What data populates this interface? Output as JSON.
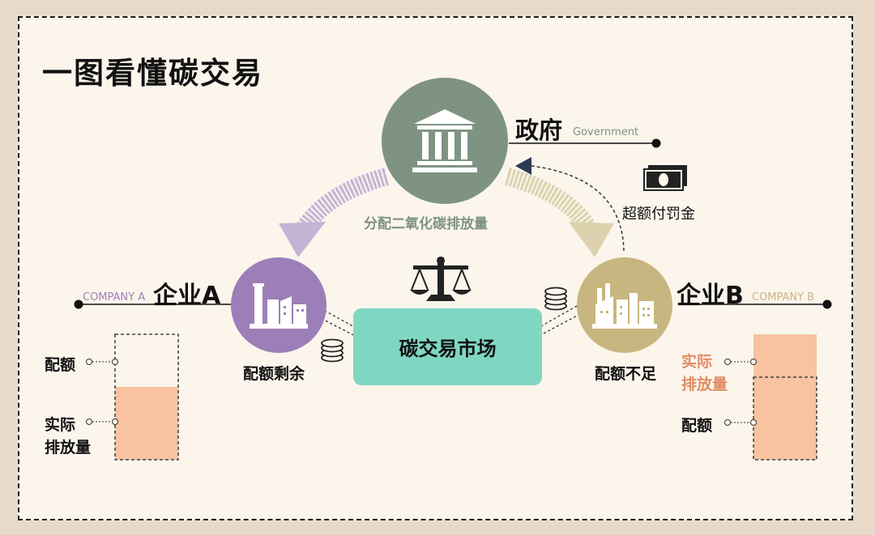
{
  "title": "一图看懂碳交易",
  "government": {
    "name": "政府",
    "name_en": "Government"
  },
  "allocate_label": "分配二氧化碳排放量",
  "fine_label": "超额付罚金",
  "company_a": {
    "name": "企业A",
    "name_en": "COMPANY A",
    "status": "配额剩余",
    "quota": "配额",
    "actual_line1": "实际",
    "actual_line2": "排放量"
  },
  "company_b": {
    "name": "企业B",
    "name_en": "COMPANY B",
    "status": "配额不足",
    "quota": "配额",
    "actual_line1": "实际",
    "actual_line2": "排放量"
  },
  "market": "碳交易市场",
  "colors": {
    "government": "#7e9382",
    "company_a": "#9c7fb8",
    "company_b": "#c8b680",
    "market": "#7fd7c3",
    "emission_fill": "#f7c3a1",
    "accent_text": "#e08d64",
    "arrow_purple": "#c5b4d6",
    "arrow_khaki": "#dcd3ae"
  },
  "icons": [
    "bank-icon",
    "factory-icon",
    "scale-icon",
    "cash-icon",
    "coin-stack-icon"
  ]
}
